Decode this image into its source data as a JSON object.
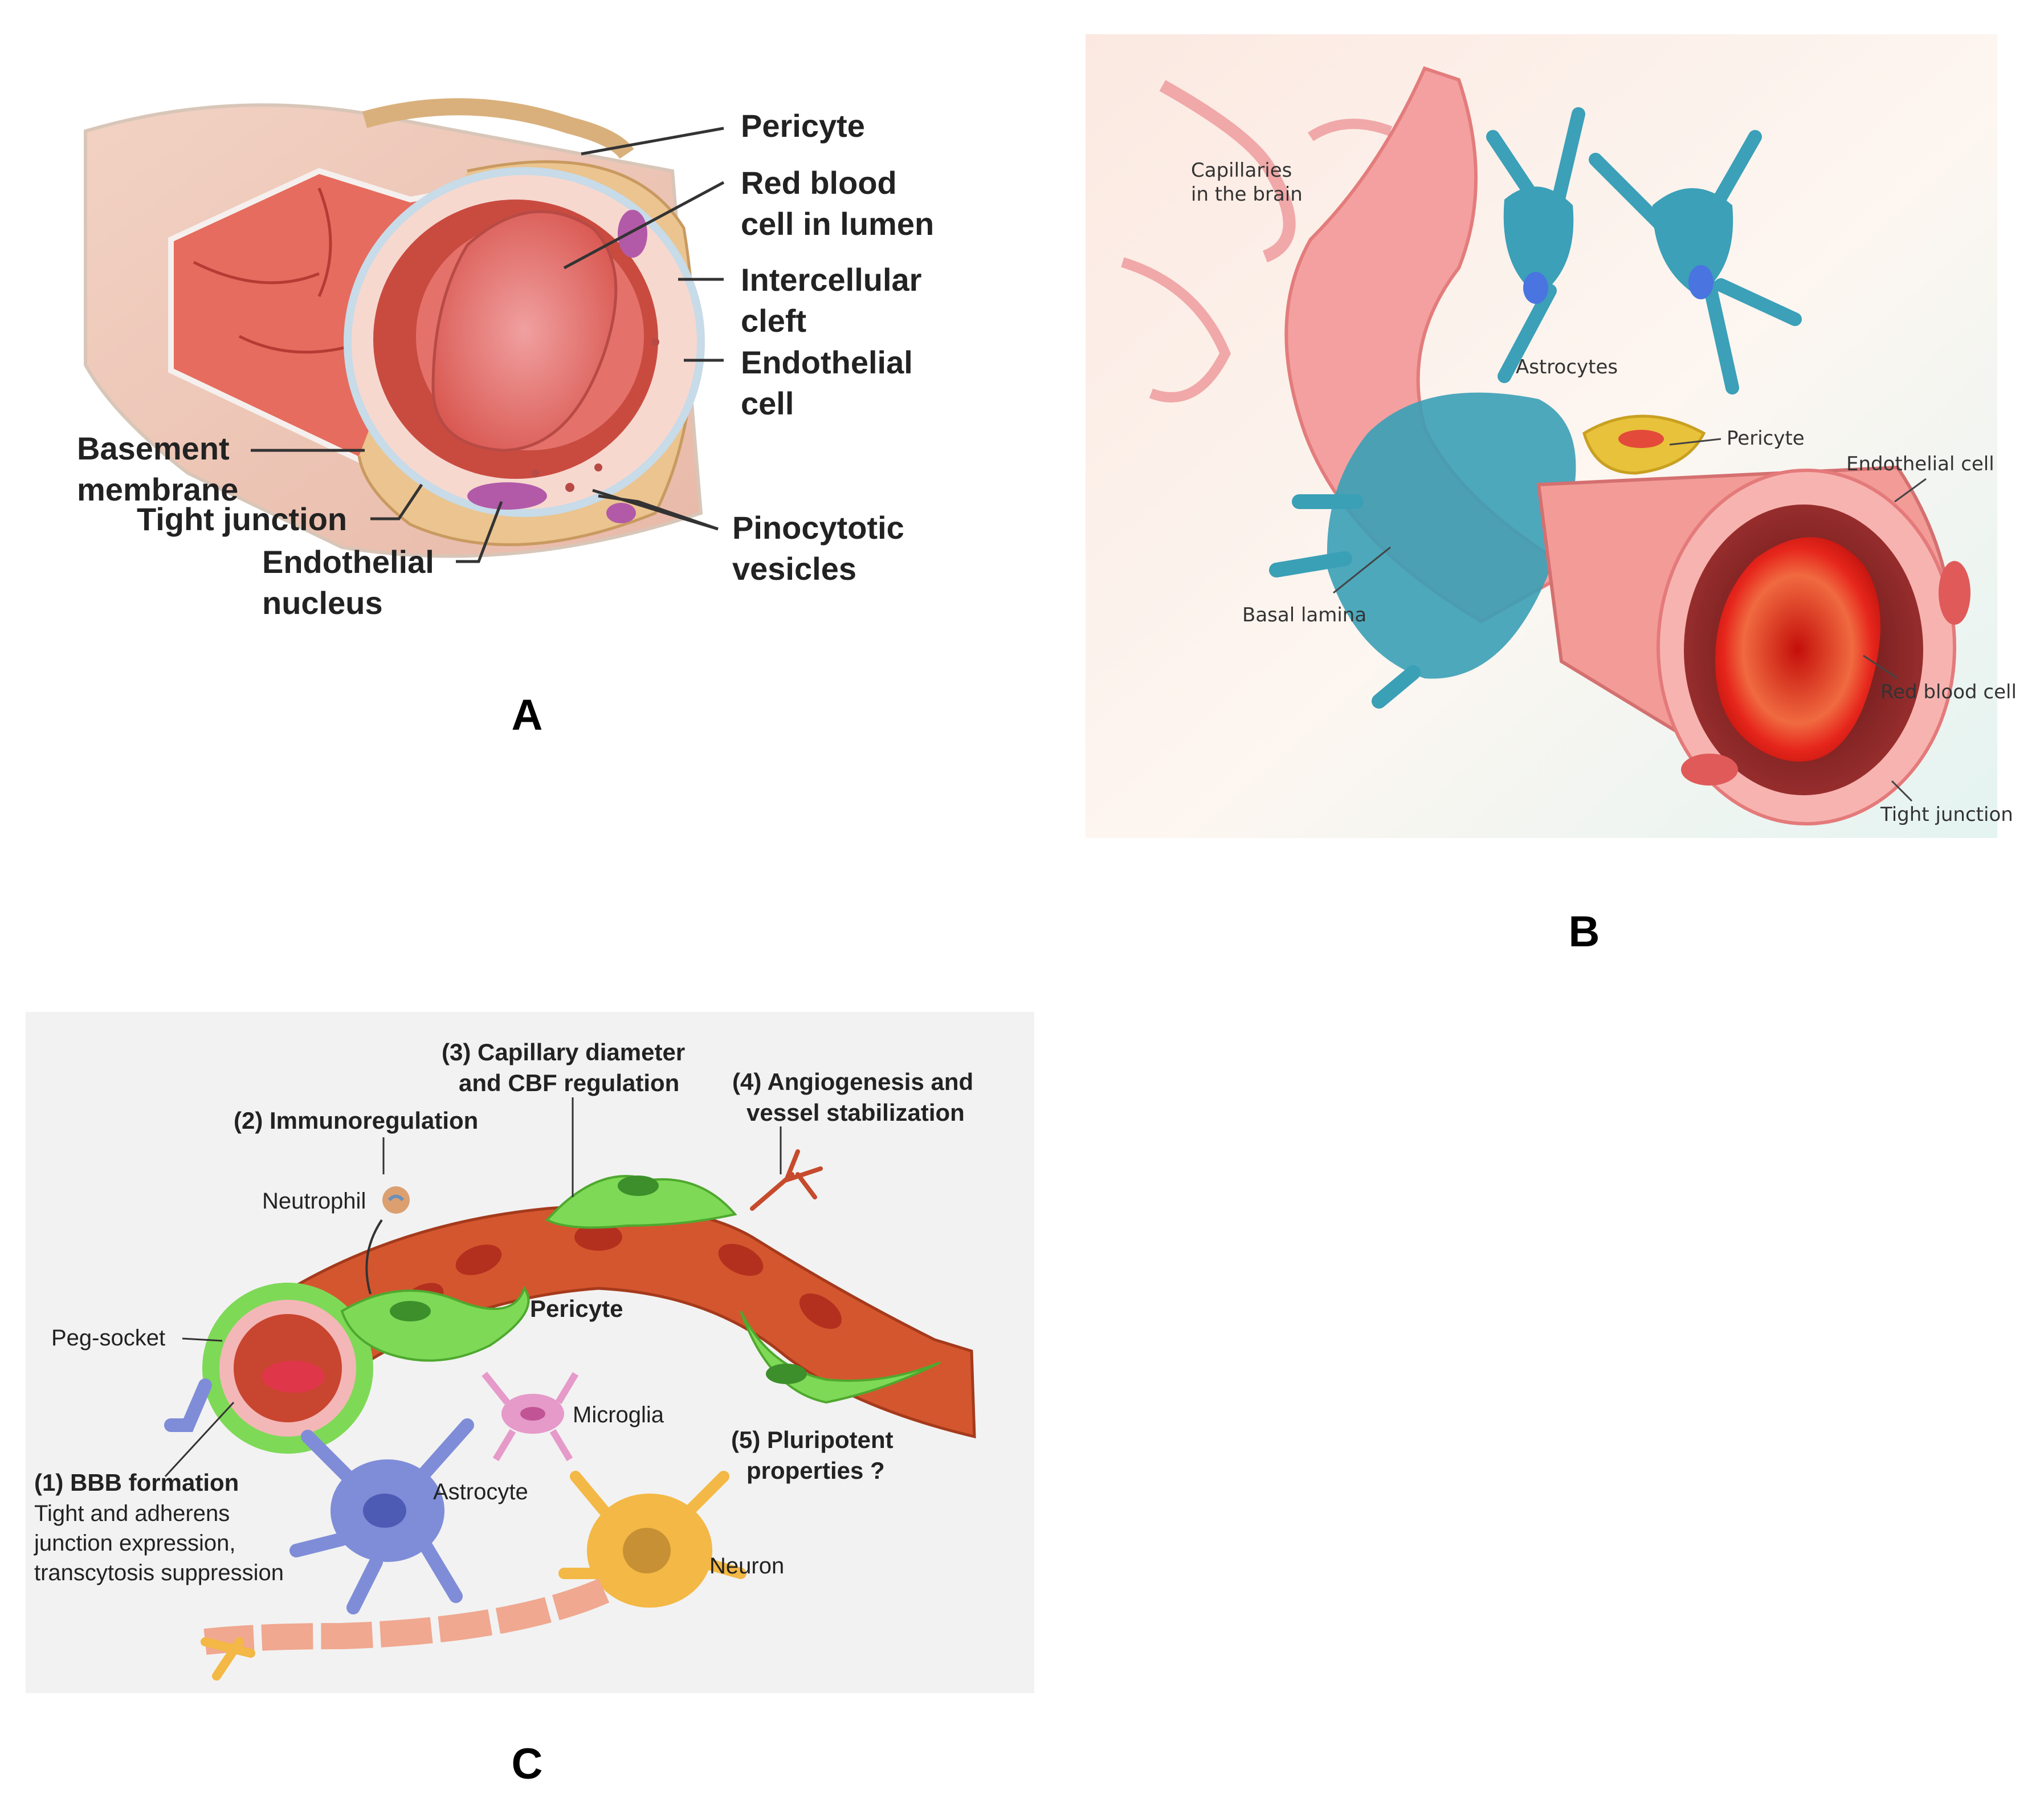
{
  "panels": {
    "a": "A",
    "b": "B",
    "c": "C"
  },
  "panel_a": {
    "pericyte": "Pericyte",
    "rbc_1": "Red blood",
    "rbc_2": "cell in lumen",
    "cleft_1": "Intercellular",
    "cleft_2": "cleft",
    "endo_1": "Endothelial",
    "endo_2": "cell",
    "basement_1": "Basement",
    "basement_2": "membrane",
    "tight": "Tight junction",
    "nucleus_1": "Endothelial",
    "nucleus_2": "nucleus",
    "pino_1": "Pinocytotic",
    "pino_2": "vesicles"
  },
  "panel_b": {
    "cap_1": "Capillaries",
    "cap_2": "in the brain",
    "astrocytes": "Astrocytes",
    "pericyte": "Pericyte",
    "endo": "Endothelial cell",
    "basal": "Basal lamina",
    "rbc": "Red blood cell",
    "tight": "Tight junction"
  },
  "panel_c": {
    "f3_1": "(3) Capillary diameter",
    "f3_2": "and CBF regulation",
    "f4_1": "(4) Angiogenesis and",
    "f4_2": "vessel stabilization",
    "f2": "(2) Immunoregulation",
    "neutrophil": "Neutrophil",
    "pericyte": "Pericyte",
    "peg": "Peg-socket",
    "microglia": "Microglia",
    "f5_1": "(5) Pluripotent",
    "f5_2": "properties ?",
    "f1": "(1) BBB formation",
    "f1_d1": "Tight and adherens",
    "f1_d2": "junction expression,",
    "f1_d3": "transcytosis suppression",
    "astrocyte": "Astrocyte",
    "neuron": "Neuron"
  }
}
